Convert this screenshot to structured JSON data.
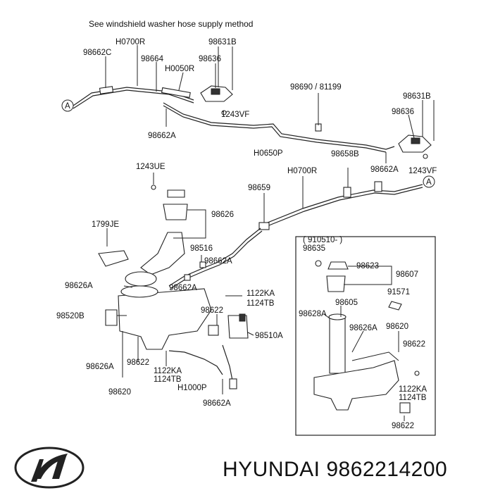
{
  "header": {
    "note": "See windshield washer hose supply method"
  },
  "callout_marker": "A",
  "inset_box": {
    "date_label": "( 910510- )"
  },
  "brand": {
    "text": "HYUNDAI 9862214200",
    "logo_icon": "hyundai-logo-icon"
  },
  "labels": {
    "l_98662C": "98662C",
    "l_H0700R_top": "H0700R",
    "l_98631B_top": "98631B",
    "l_98664": "98664",
    "l_98636_top": "98636",
    "l_H0050R": "H0050R",
    "l_98690": "98690 / 81199",
    "l_98631B_right": "98631B",
    "l_98636_right": "98636",
    "l_1243VF_top": "1243VF",
    "l_98662A_top": "98662A",
    "l_H0650P": "H0650P",
    "l_98658B": "98658B",
    "l_98662A_right": "98662A",
    "l_1243VF_right": "1243VF",
    "l_1243UE": "1243UE",
    "l_H0700R_mid": "H0700R",
    "l_98659": "98659",
    "l_98626_top": "98626",
    "l_1799JE": "1799JE",
    "l_98516": "98516",
    "l_98662A_mid": "98662A",
    "l_98626A_left": "98626A",
    "l_98662A_mid2": "98662A",
    "l_1122KA_a": "1122KA",
    "l_1124TB_a": "1124TB",
    "l_98622_a": "98622",
    "l_98520B": "98520B",
    "l_98510A": "98510A",
    "l_98626A_bottom": "98626A",
    "l_98622_b": "98622",
    "l_1122KA_b": "1122KA",
    "l_1124TB_b": "1124TB",
    "l_H1000P": "H1000P",
    "l_98620_bottom": "98620",
    "l_98662A_bottom": "98662A",
    "l_98635": "98635",
    "l_98623": "98623",
    "l_98607": "98607",
    "l_91571": "91571",
    "l_98628A": "98628A",
    "l_98605": "98605",
    "l_98626A_inset": "98626A",
    "l_98620_inset": "98620",
    "l_98622_inset_top": "98622",
    "l_1122KA_inset": "1122KA",
    "l_1124TB_inset": "1124TB",
    "l_98622_inset_bottom": "98622"
  }
}
